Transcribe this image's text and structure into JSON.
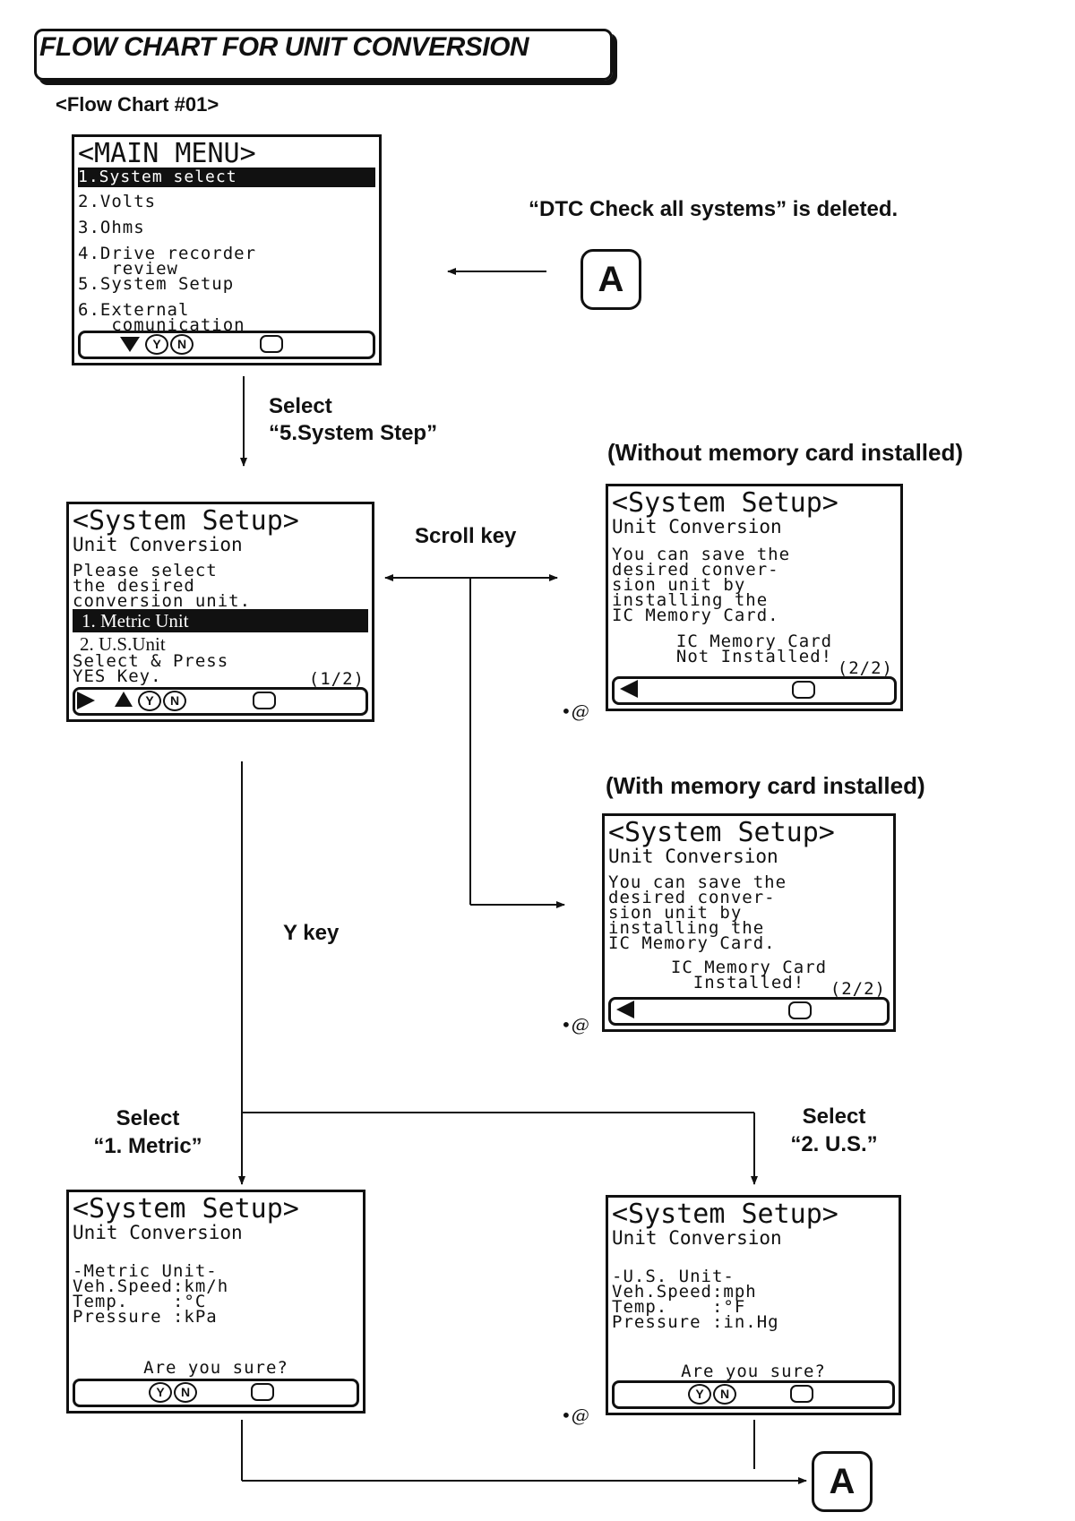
{
  "title": "FLOW CHART FOR UNIT CONVERSION",
  "subtitle": "<Flow Chart #01>",
  "note_deleted": "“DTC Check all systems” is deleted.",
  "connector_label": "A",
  "labels": {
    "select_step_1": "Select",
    "select_step_2": "“5.System Step”",
    "scroll_key": "Scroll key",
    "y_key": "Y key",
    "select_metric_1": "Select",
    "select_metric_2": "“1. Metric”",
    "select_us_1": "Select",
    "select_us_2": "“2. U.S.”",
    "without_card": "(Without memory card installed)",
    "with_card": "(With memory card installed)",
    "marker": "•@"
  },
  "main_menu": {
    "header": "<MAIN MENU>",
    "items": [
      "1.System select",
      "2.Volts",
      "3.Ohms",
      "4.Drive recorder",
      "   review",
      "5.System Setup",
      "6.External",
      "   comunication"
    ]
  },
  "setup_screen": {
    "header": "<System Setup>",
    "sub": "Unit Conversion",
    "lines": [
      "Please select",
      "the desired",
      "conversion unit."
    ],
    "option1": "1. Metric Unit",
    "option2": "2. U.S.Unit",
    "footer1": "Select & Press",
    "footer2": "YES Key.",
    "page": "(1/2)"
  },
  "no_card_screen": {
    "header": "<System Setup>",
    "sub": "Unit Conversion",
    "lines": [
      "You can save the",
      "desired conver-",
      "sion unit by",
      "installing the",
      "IC Memory Card."
    ],
    "status1": "IC Memory Card",
    "status2": "Not Installed!",
    "page": "(2/2)"
  },
  "card_screen": {
    "header": "<System Setup>",
    "sub": "Unit Conversion",
    "lines": [
      "You can save the",
      "desired conver-",
      "sion unit by",
      "installing the",
      "IC Memory Card."
    ],
    "status1": "IC Memory Card",
    "status2": "Installed!",
    "page": "(2/2)"
  },
  "metric_screen": {
    "header": "<System Setup>",
    "sub": "Unit Conversion",
    "lines": [
      "-Metric Unit-",
      "Veh.Speed:km/h",
      "Temp.    :°C",
      "Pressure :kPa"
    ],
    "confirm": "Are you sure?"
  },
  "us_screen": {
    "header": "<System Setup>",
    "sub": "Unit Conversion",
    "lines": [
      "-U.S. Unit-",
      "Veh.Speed:mph",
      "Temp.    :°F",
      "Pressure :in.Hg"
    ],
    "confirm": "Are you sure?"
  },
  "keys": {
    "yes": "Y",
    "no": "N"
  }
}
